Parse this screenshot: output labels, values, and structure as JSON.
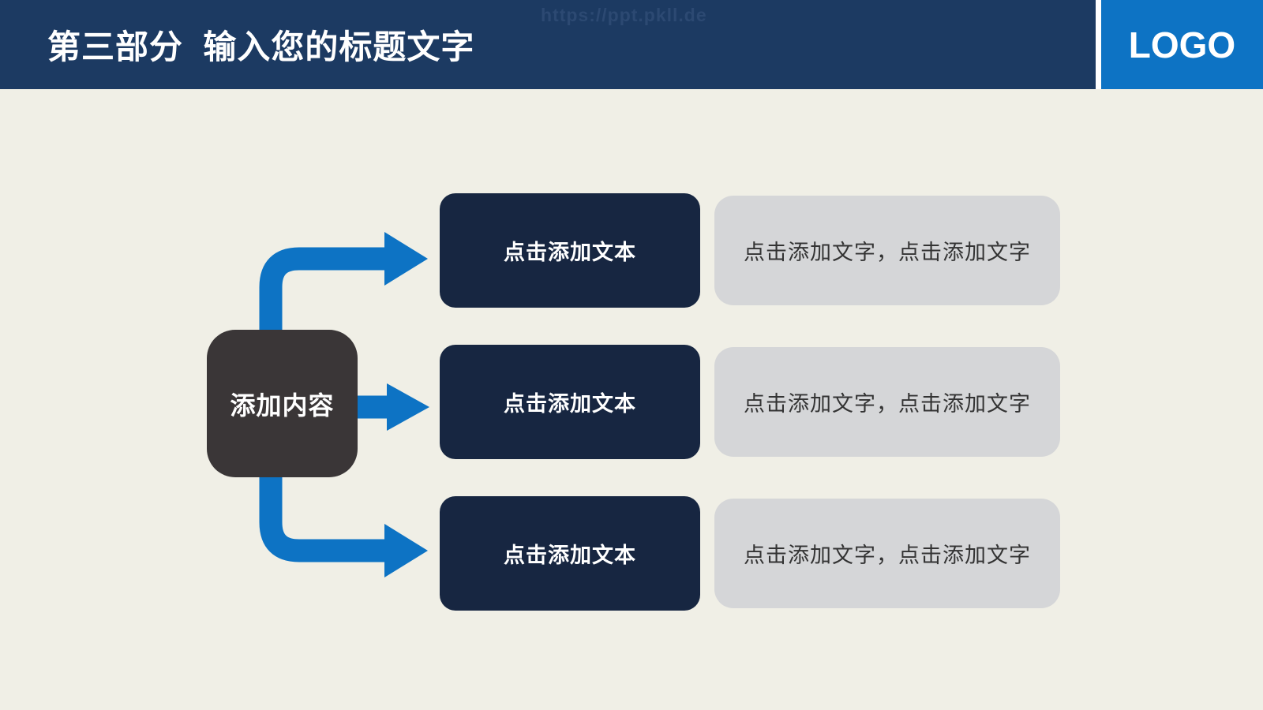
{
  "header": {
    "title": "第三部分  输入您的标题文字",
    "watermark": "https://ppt.pkll.de",
    "logo_text": "LOGO"
  },
  "diagram": {
    "center_node_label": "添加内容",
    "rows": [
      {
        "node_label": "点击添加文本",
        "description": "点击添加文字，点击添加文字"
      },
      {
        "node_label": "点击添加文本",
        "description": "点击添加文字，点击添加文字"
      },
      {
        "node_label": "点击添加文本",
        "description": "点击添加文字，点击添加文字"
      }
    ]
  },
  "colors": {
    "header_navy": "#1c3a62",
    "accent_blue": "#0d73c4",
    "dark_node": "#3a3637",
    "navy_node": "#172641",
    "desc_gray": "#d5d6d8",
    "background_cream": "#f0efe6",
    "watermark_text": "#2c4972"
  }
}
